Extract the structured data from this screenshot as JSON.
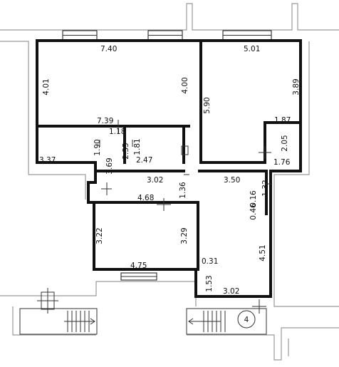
{
  "plan": {
    "dimensions": {
      "d740": "7.40",
      "d501": "5.01",
      "d401": "4.01",
      "d400": "4.00",
      "d590": "5.90",
      "d389": "3.89",
      "d739": "7.39",
      "d118": "1.18",
      "d187": "1.87",
      "d190": "1.90",
      "d235": "2.35",
      "d181": "1.81",
      "d247": "2.47",
      "d205": "2.05",
      "d337": "3.37",
      "d369": "3.69",
      "d176": "1.76",
      "d302a": "3.02",
      "d350": "3.50",
      "d136": "1.36",
      "d132": "1.32",
      "d016": "0.16",
      "d468": "4.68",
      "d046": "0.46",
      "d322": "3.22",
      "d329": "3.29",
      "d451": "4.51",
      "d031": "0.31",
      "d475": "4.75",
      "d153": "1.53",
      "d302b": "3.02"
    },
    "marker_label": "4"
  }
}
